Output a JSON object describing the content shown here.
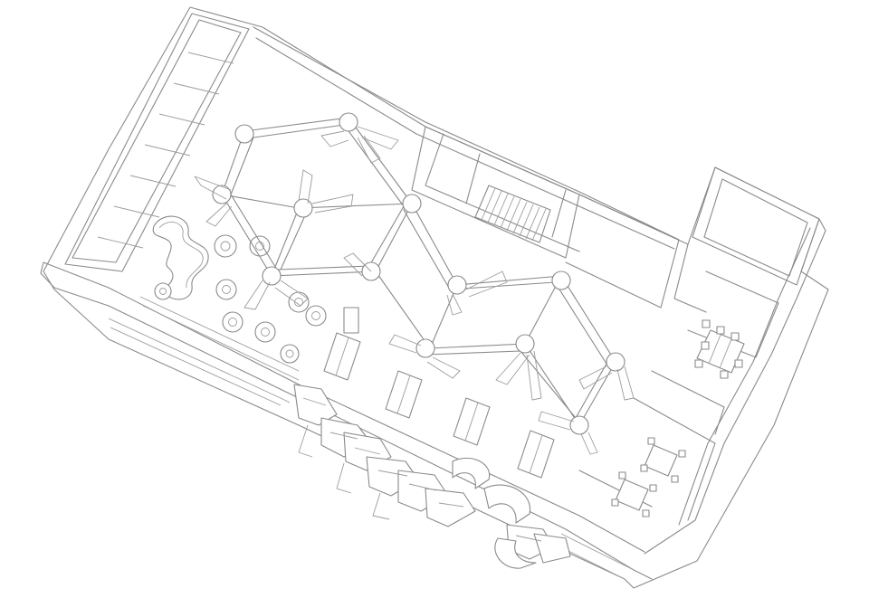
{
  "drawing": {
    "kind": "axonometric line drawing of a building floor",
    "line_color": "#8a8a8a",
    "background": "#ffffff",
    "components": [
      "building-outline",
      "skylight-strip",
      "service-core",
      "stair",
      "side-wing",
      "meeting-rooms",
      "canopy-structure",
      "round-tables",
      "curved-bench",
      "work-desks",
      "sculptural-seating-cluster"
    ]
  }
}
